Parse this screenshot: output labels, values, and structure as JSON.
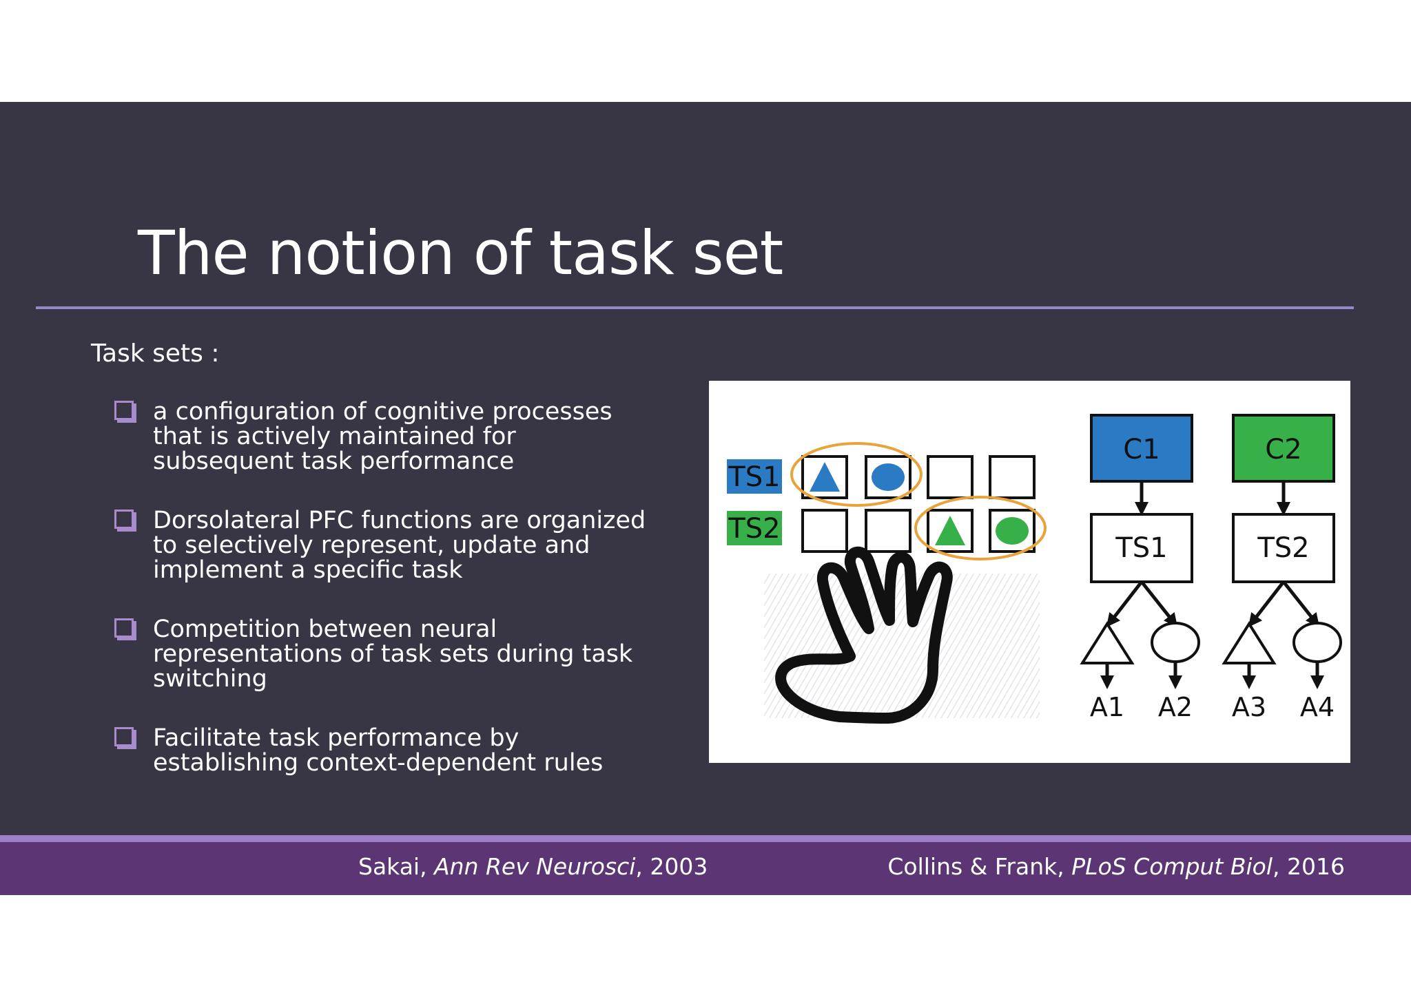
{
  "slide": {
    "title": "The notion of task set",
    "subtitle": "Task sets :",
    "bullets": [
      "a configuration of cognitive processes that is actively maintained for subsequent task performance",
      "Dorsolateral PFC functions are organized to selectively represent, update and implement a specific task",
      "Competition between neural representations of task sets during task switching",
      "Facilitate task performance by establishing context-dependent rules"
    ]
  },
  "figure": {
    "left_panel": {
      "row_labels": [
        "TS1",
        "TS2"
      ],
      "row_colors": [
        "#2b7bc4",
        "#38b04a"
      ]
    },
    "right_panel": {
      "contexts": [
        "C1",
        "C2"
      ],
      "context_colors": [
        "#2b7bc4",
        "#38b04a"
      ],
      "task_sets": [
        "TS1",
        "TS2"
      ],
      "actions": [
        "A1",
        "A2",
        "A3",
        "A4"
      ]
    },
    "highlight_color": "#e8a33a"
  },
  "footer": {
    "left": {
      "author": "Sakai, ",
      "journal": "Ann Rev Neurosci",
      "year": ", 2003"
    },
    "right": {
      "author": "Collins & Frank, ",
      "journal": "PLoS Comput Biol",
      "year": ", 2016"
    }
  }
}
